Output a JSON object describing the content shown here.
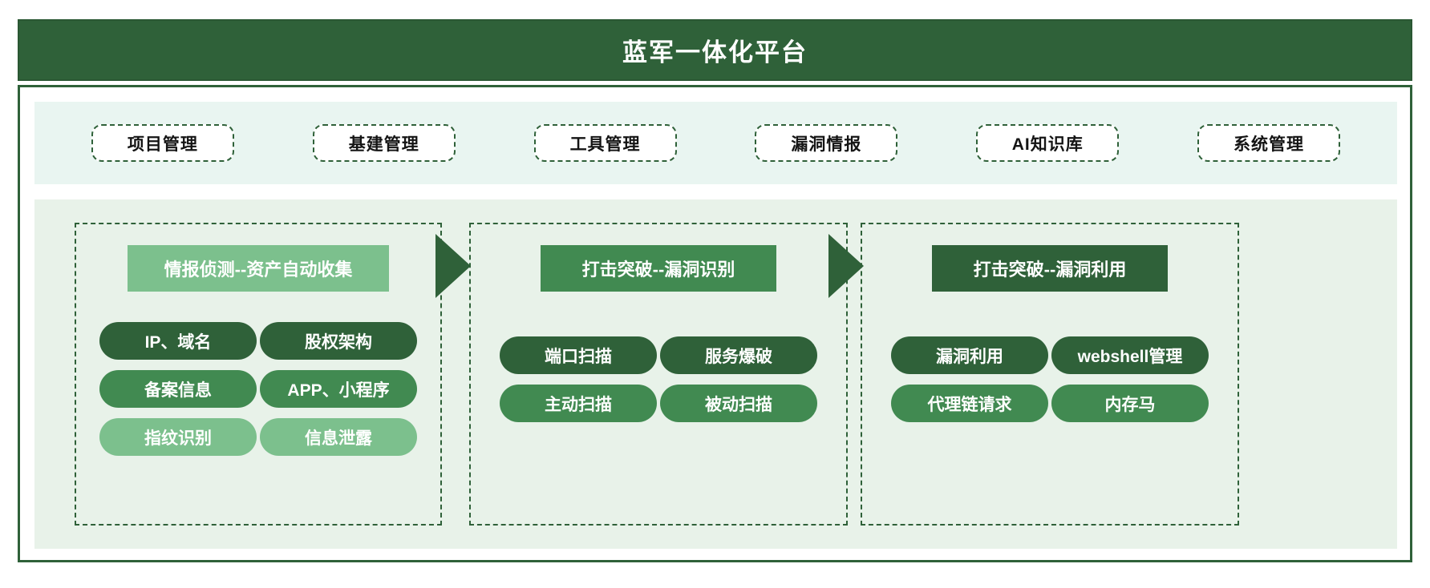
{
  "header": {
    "title": "蓝军一体化平台"
  },
  "nav": {
    "items": [
      {
        "label": "项目管理"
      },
      {
        "label": "基建管理"
      },
      {
        "label": "工具管理"
      },
      {
        "label": "漏洞情报"
      },
      {
        "label": "AI知识库"
      },
      {
        "label": "系统管理"
      }
    ]
  },
  "flow": {
    "columns": [
      {
        "header": "情报侦测--资产自动收集",
        "header_tone": "light",
        "rows": [
          {
            "tone": "dark",
            "items": [
              "IP、域名",
              "股权架构"
            ]
          },
          {
            "tone": "mid",
            "items": [
              "备案信息",
              "APP、小程序"
            ]
          },
          {
            "tone": "light",
            "items": [
              "指纹识别",
              "信息泄露"
            ]
          }
        ]
      },
      {
        "header": "打击突破--漏洞识别",
        "header_tone": "mid",
        "rows": [
          {
            "tone": "dark",
            "items": [
              "端口扫描",
              "服务爆破"
            ]
          },
          {
            "tone": "mid",
            "items": [
              "主动扫描",
              "被动扫描"
            ]
          }
        ]
      },
      {
        "header": "打击突破--漏洞利用",
        "header_tone": "dark",
        "rows": [
          {
            "tone": "dark",
            "items": [
              "漏洞利用",
              "webshell管理"
            ]
          },
          {
            "tone": "mid",
            "items": [
              "代理链请求",
              "内存马"
            ]
          }
        ]
      }
    ],
    "arrows": [
      "flow-arrow-right",
      "flow-arrow-right"
    ]
  },
  "colors": {
    "brand_dark_green": "#2f6139",
    "mid_green": "#418a51",
    "light_green": "#7cc08d",
    "nav_band_bg": "#e9f5f1",
    "flow_band_bg": "#e8f2e9",
    "white": "#ffffff"
  }
}
